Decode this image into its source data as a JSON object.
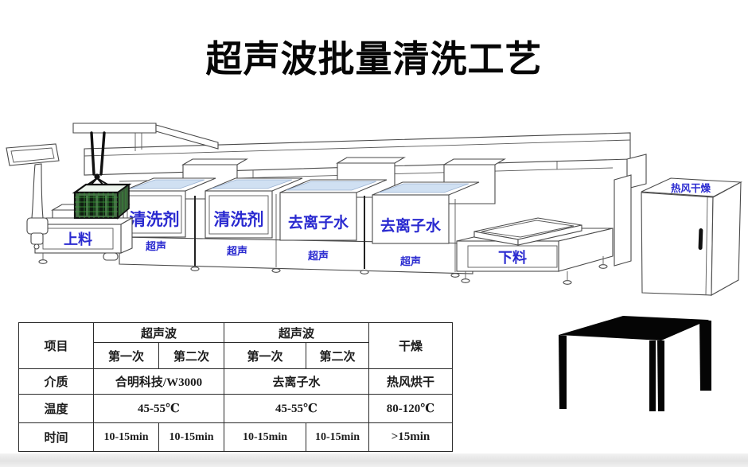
{
  "title": "超声波批量清洗工艺",
  "machine": {
    "loading_label": "上料",
    "tanks": [
      {
        "label": "清洗剂",
        "sub": "超声"
      },
      {
        "label": "清洗剂",
        "sub": "超声"
      },
      {
        "label": "去离子水",
        "sub": "超声"
      },
      {
        "label": "去离子水",
        "sub": "超声"
      }
    ],
    "unloading_label": "下料",
    "dryer_label": "热风干燥"
  },
  "colors": {
    "label_blue": "#2b2bd0",
    "line_gray": "#4a4a4a",
    "water_blue": "#d0e0f2",
    "basket_green": "#3a9d3a",
    "table_border": "#2a2a2a"
  },
  "process_table": {
    "item_header": "项目",
    "groups": [
      {
        "label": "超声波",
        "subs": [
          "第一次",
          "第二次"
        ]
      },
      {
        "label": "超声波",
        "subs": [
          "第一次",
          "第二次"
        ]
      }
    ],
    "dry_header": "干燥",
    "rows": {
      "medium": {
        "name": "介质",
        "ultra1": "合明科技/W3000",
        "ultra2": "去离子水",
        "dry": "热风烘干"
      },
      "temperature": {
        "name": "温度",
        "ultra1": "45-55℃",
        "ultra2": "45-55℃",
        "dry": "80-120℃"
      },
      "time": {
        "name": "时间",
        "values": [
          "10-15min",
          "10-15min",
          "10-15min",
          "10-15min",
          ">15min"
        ]
      }
    }
  }
}
